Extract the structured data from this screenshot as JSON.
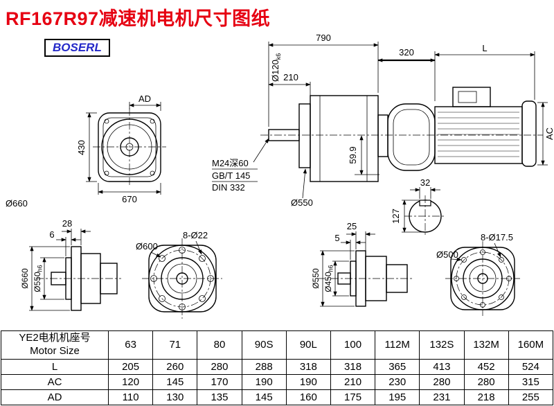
{
  "page": {
    "title": "RF167R97减速机电机尺寸图纸",
    "brand": "BOSERL"
  },
  "colors": {
    "title_red": "#e60012",
    "brand_blue": "#2328c8",
    "line_black": "#000000"
  },
  "front_view": {
    "dim_ad": "AD",
    "dim_height": "430",
    "dim_width": "670",
    "housing_dia": "Ø660"
  },
  "side_view": {
    "dim_total": "790",
    "dim_shaft_len": "210",
    "shaft_dia": "Ø120",
    "shaft_dia_tol": "k6",
    "tap_line1": "M24深60",
    "tap_line2": "GB/T 145",
    "tap_line3": "DIN 332",
    "dim_key_depth": "59.9",
    "flange_dia": "Ø550",
    "dim_motor_fixed": "320",
    "dim_motor_var": "L",
    "dim_ac": "AC"
  },
  "shaft_section": {
    "dim_key_width": "32",
    "dim_dia": "127"
  },
  "output_left": {
    "dim_flange_t": "28",
    "dim_lip": "6",
    "dia_outer": "Ø660",
    "dia_spigot": "Ø550",
    "dia_spigot_tol": "h6"
  },
  "flange_left": {
    "dia_bolt": "Ø600",
    "holes": "8-Ø22"
  },
  "output_right": {
    "dim_flange_t": "25",
    "dim_lip": "5",
    "dia_outer": "Ø550",
    "dia_spigot": "Ø450",
    "dia_spigot_tol": "h6"
  },
  "flange_right": {
    "dia_bolt": "Ø500",
    "holes": "8-Ø17.5"
  },
  "table": {
    "header_cn": "YE2电机机座号",
    "header_en": "Motor Size",
    "sizes": [
      "63",
      "71",
      "80",
      "90S",
      "90L",
      "100",
      "112M",
      "132S",
      "132M",
      "160M"
    ],
    "rows": [
      {
        "label": "L",
        "values": [
          "205",
          "260",
          "280",
          "288",
          "318",
          "318",
          "365",
          "413",
          "452",
          "524"
        ]
      },
      {
        "label": "AC",
        "values": [
          "120",
          "145",
          "170",
          "190",
          "190",
          "210",
          "230",
          "280",
          "280",
          "315"
        ]
      },
      {
        "label": "AD",
        "values": [
          "110",
          "130",
          "135",
          "145",
          "160",
          "175",
          "195",
          "231",
          "218",
          "255"
        ]
      }
    ]
  }
}
